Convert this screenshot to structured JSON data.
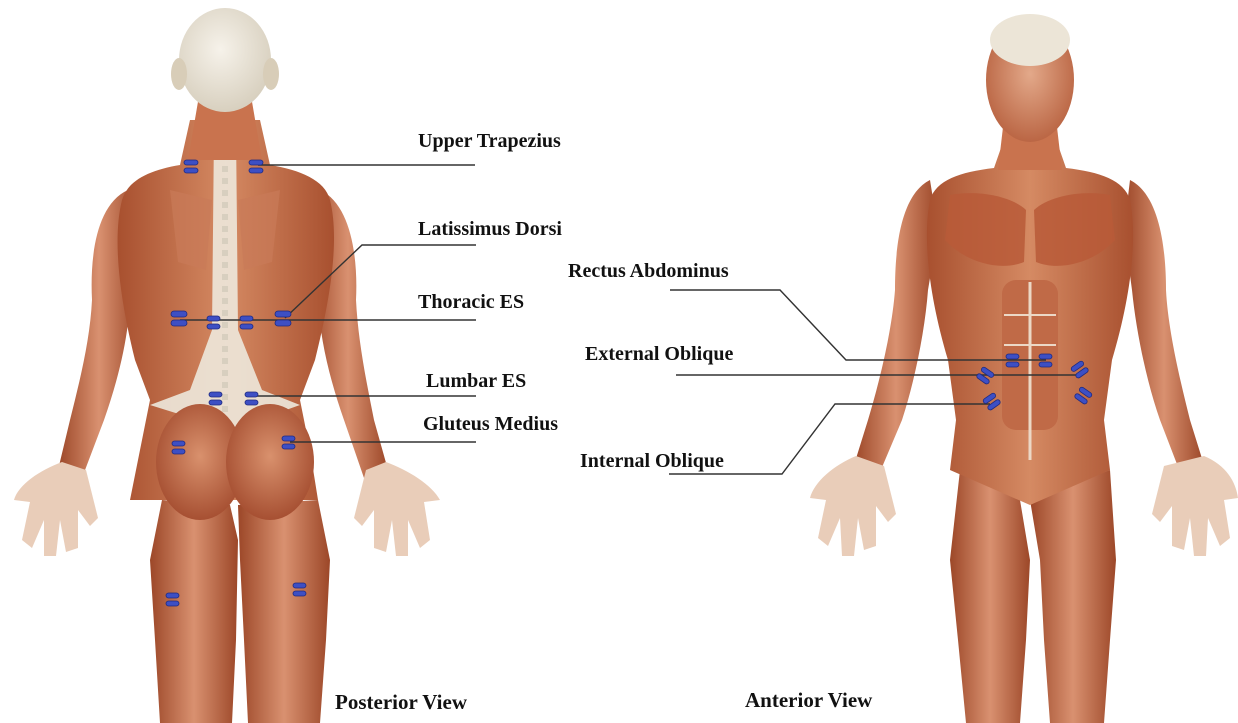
{
  "labels": {
    "upper_trapezius": "Upper Trapezius",
    "latissimus_dorsi": "Latissimus Dorsi",
    "thoracic_es": "Thoracic ES",
    "lumbar_es": "Lumbar ES",
    "gluteus_medius": "Gluteus Medius",
    "rectus_abdominus": "Rectus Abdominus",
    "external_oblique": "External Oblique",
    "internal_oblique": "Internal Oblique"
  },
  "views": {
    "posterior": "Posterior View",
    "anterior": "Anterior View"
  },
  "colors": {
    "skin": "#c9734e",
    "muscle_dark": "#a24a2d",
    "muscle_light": "#e0a07e",
    "bone": "#ede8dc",
    "electrode": "#3d4fc4",
    "leader_line": "#333333"
  }
}
